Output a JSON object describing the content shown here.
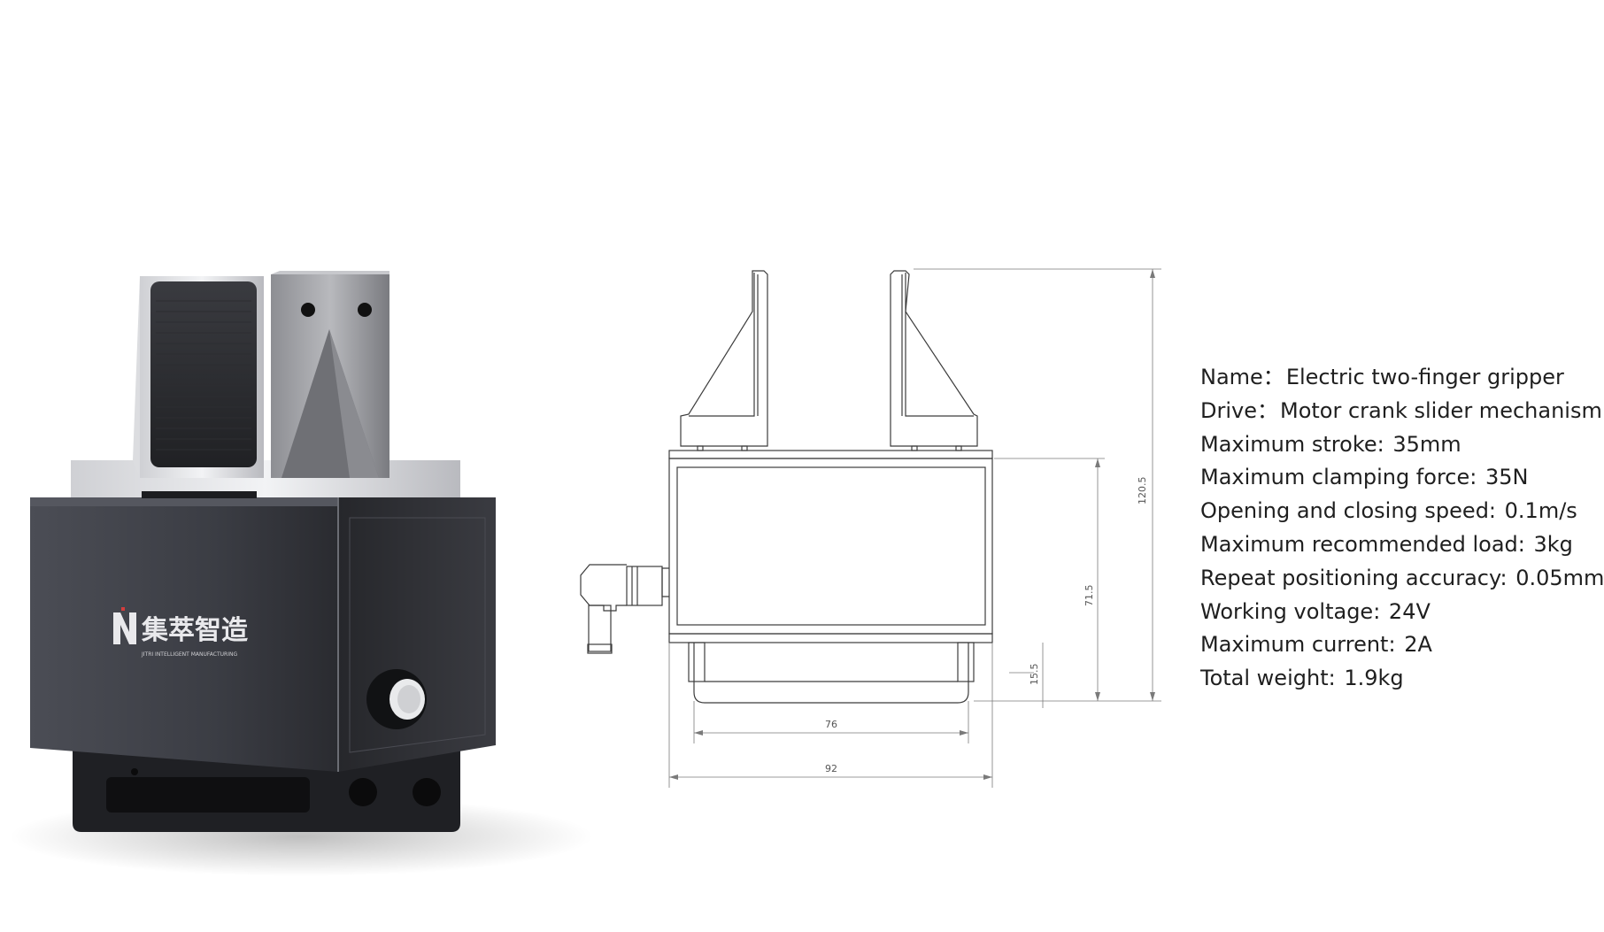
{
  "brand": {
    "logo_text": "集萃智造",
    "logo_subtext": "JITRI INTELLIGENT MANUFACTURING"
  },
  "drawing": {
    "dims": {
      "total_height": "120.5",
      "body_height": "71.5",
      "base_height": "15.5",
      "inner_width": "76",
      "outer_width": "92"
    }
  },
  "specs": [
    {
      "label": "Name：",
      "value": "Electric two-finger gripper"
    },
    {
      "label": "Drive：",
      "value": "Motor crank slider mechanism"
    },
    {
      "label": "Maximum stroke:",
      "value": "35mm"
    },
    {
      "label": "Maximum clamping force:",
      "value": "35N"
    },
    {
      "label": "Opening and closing speed:",
      "value": "0.1m/s"
    },
    {
      "label": "Maximum recommended load:",
      "value": "3kg"
    },
    {
      "label": "Repeat positioning accuracy:",
      "value": "0.05mm"
    },
    {
      "label": "Working voltage:",
      "value": "24V"
    },
    {
      "label": "Maximum current:",
      "value": "2A"
    },
    {
      "label": "Total weight:",
      "value": "1.9kg"
    }
  ]
}
